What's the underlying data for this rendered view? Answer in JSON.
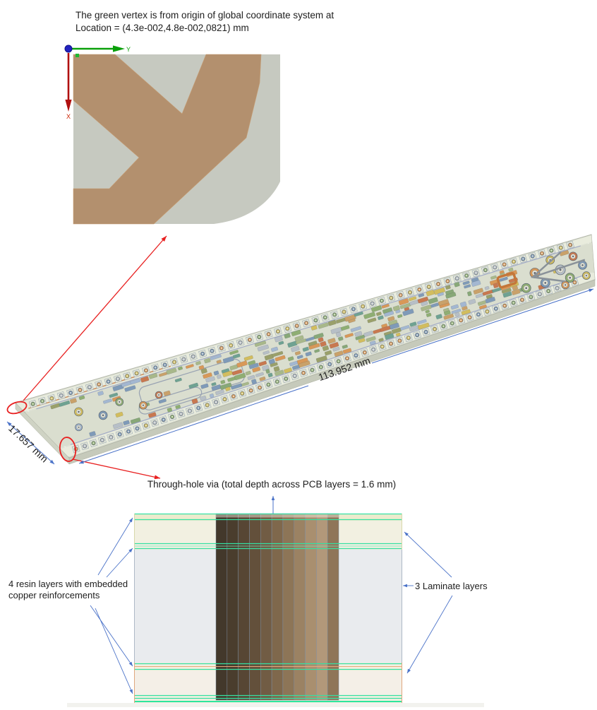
{
  "header": {
    "line1": "The green vertex is from origin of global coordinate system at",
    "line2": "Location = (4.3e-002,4.8e-002,0821) mm"
  },
  "magnified_view": {
    "y_axis_label": "Y",
    "x_axis_label": "X"
  },
  "board_view": {
    "length_dimension": "113.952 mm",
    "width_dimension": "17.657 mm"
  },
  "cross_section": {
    "via_label": "Through-hole via (total depth across PCB layers = 1.6 mm)",
    "resin_label_line1": "4  resin layers with embedded",
    "resin_label_line2": "copper reinforcements",
    "laminate_label": "3 Laminate layers"
  },
  "colors": {
    "copper_trace_tan": "#b3906e",
    "magnified_background_gray": "#c6c9c0",
    "highlight_red": "#e82020",
    "dimension_blue": "#4a72c8",
    "embedded_copper_teal": "#35e0a2",
    "resin_cream": "#f2f0e1",
    "laminate_gray": "#e9ebee",
    "laminate_bottom_cream": "#f4efe7",
    "board_top": "#dee2d5",
    "board_side": "#c6cabb",
    "axis_green": "#0aa00a",
    "axis_red": "#b01010",
    "origin_blue": "#2222c0",
    "via_gradient": [
      "#43382b",
      "#4a3d2d",
      "#574634",
      "#63503b",
      "#715c44",
      "#7f684c",
      "#8d7557",
      "#9b8263",
      "#a98f6f",
      "#b2987a",
      "#8f7558"
    ],
    "component_palette": [
      "#8fae73",
      "#a8b88a",
      "#7f9ab8",
      "#a3b7d1",
      "#d89858",
      "#c87850",
      "#d2bd5e",
      "#6fa292",
      "#b7bfc7",
      "#88a878",
      "#c9a16a",
      "#9aa06a"
    ],
    "pad_ring_palette": [
      "#7f9ab8",
      "#d89858",
      "#8fae73",
      "#d2bd5e",
      "#b7bfc7"
    ]
  }
}
